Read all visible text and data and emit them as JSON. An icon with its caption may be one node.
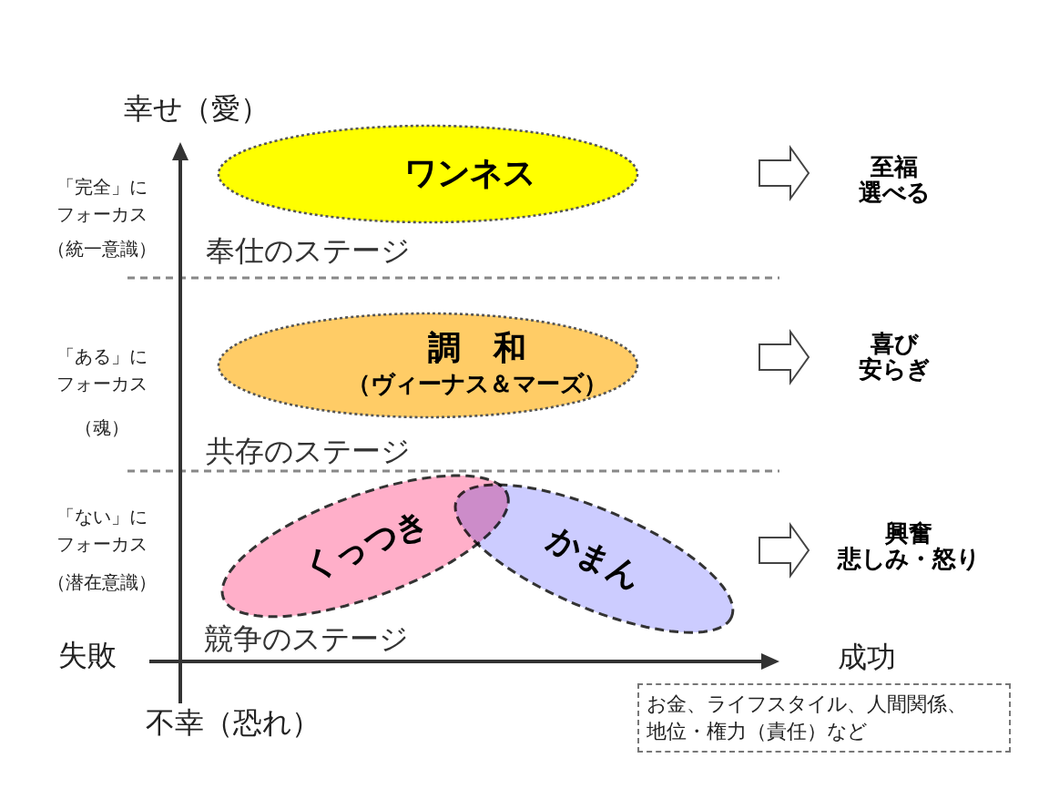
{
  "diagram": {
    "nodes": [
      {
        "text": [
          "ワンネス"
        ]
      },
      {
        "text": [
          "至福",
          "選べる"
        ]
      },
      {
        "text": [
          "調　和",
          "（ヴィーナス＆マーズ）"
        ]
      },
      {
        "text": [
          "喜び",
          "安らぎ"
        ]
      },
      {
        "text": [
          "くっつき"
        ]
      },
      {
        "text": [
          "かまん"
        ]
      },
      {
        "text": [
          "興奮",
          "悲しみ・怒り"
        ]
      },
      {
        "text": [
          "お金、ライフスタイル、人間関係、地位・権力（責任）など"
        ]
      }
    ],
    "edges": [
      {
        "from": null,
        "to": 1,
        "arrow": "to"
      },
      {
        "from": null,
        "to": 3,
        "arrow": "to"
      },
      {
        "from": null,
        "to": 6,
        "arrow": "to"
      }
    ],
    "labels": [
      "幸せ（愛）",
      "「完全」にフォーカス",
      "（統一意識）",
      "奉仕のステージ",
      "「ある」にフォーカス",
      "（魂）",
      "共存のステージ",
      "「ない」にフォーカス",
      "（潜在意識）",
      "失敗",
      "競争のステージ",
      "成功",
      "不幸（恐れ）"
    ]
  }
}
